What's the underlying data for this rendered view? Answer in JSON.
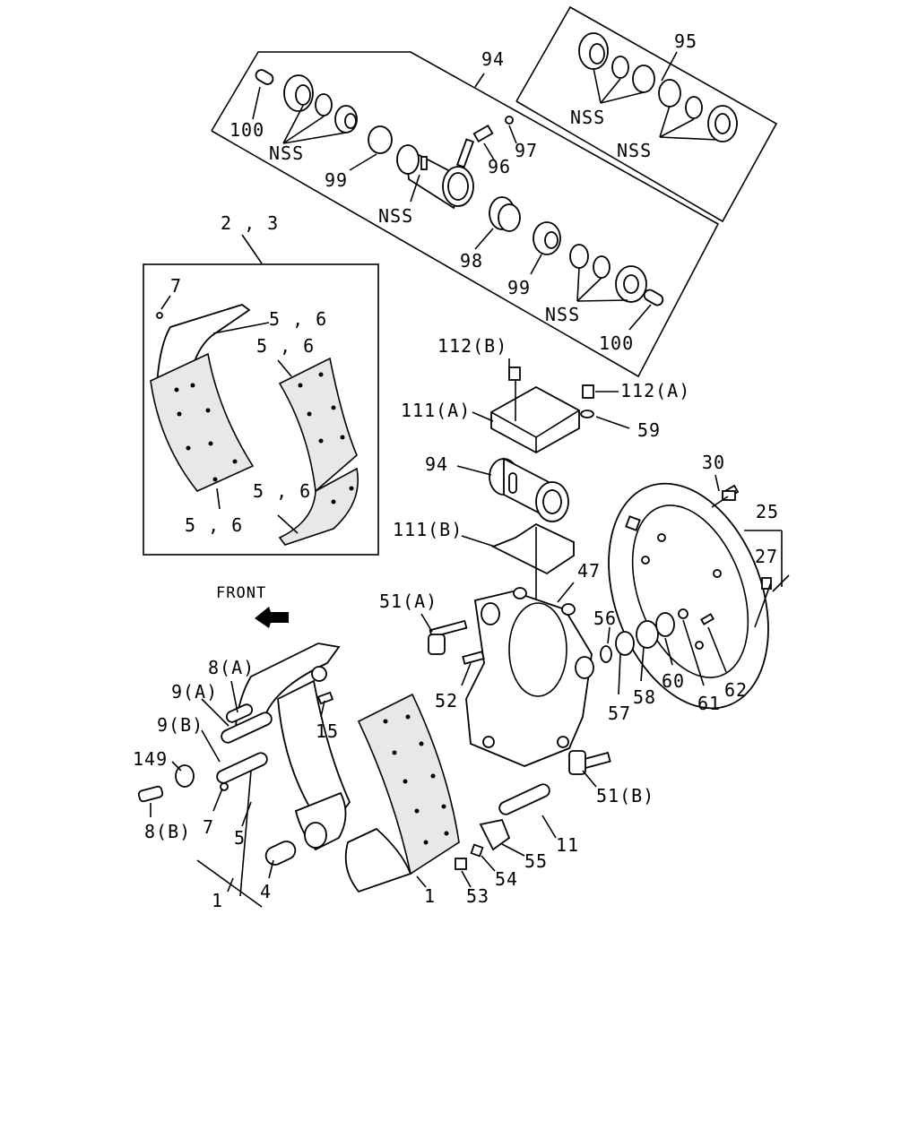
{
  "labels": {
    "l94a": "94",
    "l95": "95",
    "l100a": "100",
    "lnss1": "NSS",
    "lnss2": "NSS",
    "lnss3": "NSS",
    "lnss4": "NSS",
    "lnss5": "NSS",
    "l99a": "99",
    "l96": "96",
    "l97": "97",
    "l98": "98",
    "l99b": "99",
    "l100b": "100",
    "l23": "2 , 3",
    "l7a": "7",
    "l56a": "5 , 6",
    "l56b": "5 , 6",
    "l56c": "5 , 6",
    "l56d": "5 , 6",
    "l112b": "112(B)",
    "l112a": "112(A)",
    "l111a": "111(A)",
    "l59": "59",
    "l94b": "94",
    "l30": "30",
    "l25": "25",
    "l27": "27",
    "l111b": "111(B)",
    "lfront": "FRONT",
    "l51a": "51(A)",
    "l47": "47",
    "l56": "56",
    "l8a": "8(A)",
    "l9a": "9(A)",
    "l9b": "9(B)",
    "l149": "149",
    "l8b": "8(B)",
    "l7b": "7",
    "l5": "5",
    "l4": "4",
    "l1a": "1",
    "l1b": "1",
    "l15": "15",
    "l52": "52",
    "l57": "57",
    "l58": "58",
    "l60": "60",
    "l61": "61",
    "l62": "62",
    "l51b": "51(B)",
    "l11": "11",
    "l55": "55",
    "l54": "54",
    "l53": "53"
  }
}
